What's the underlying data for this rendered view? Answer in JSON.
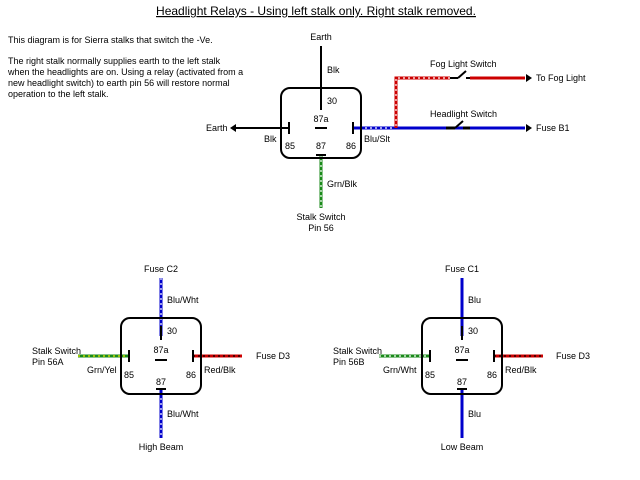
{
  "title": "Headlight Relays - Using left stalk only.  Right stalk removed.",
  "description": {
    "line1": "This diagram is for Sierra stalks that switch the -Ve.",
    "para2": [
      "The right stalk normally supplies earth to the left stalk",
      "when the headlights are on. Using a relay (activated from a",
      "new headlight switch) to earth pin 56 will restore normal",
      "operation to the left stalk."
    ]
  },
  "colors": {
    "black": "#000000",
    "red": "#cc0000",
    "blue": "#0000cc",
    "green": "#1a8a1a",
    "white_stripe": "#ffffff"
  },
  "relay_top": {
    "pins": {
      "p30": "30",
      "p87a": "87a",
      "p85": "85",
      "p86": "86",
      "p87": "87"
    },
    "earth_top": "Earth",
    "blk_top": "Blk",
    "earth_left": "Earth",
    "blk_left": "Blk",
    "blu_slt": "Blu/Slt",
    "fog_switch": "Fog Light Switch",
    "to_fog": "To Fog Light",
    "headlight_switch": "Headlight Switch",
    "fuse_b1": "Fuse B1",
    "grn_blk": "Grn/Blk",
    "stalk_switch": "Stalk Switch",
    "pin56": "Pin 56"
  },
  "relay_left": {
    "pins": {
      "p30": "30",
      "p87a": "87a",
      "p85": "85",
      "p86": "86",
      "p87": "87"
    },
    "fuse_top": "Fuse C2",
    "wire_top": "Blu/Wht",
    "stalk_switch": "Stalk Switch",
    "pin": "Pin 56A",
    "wire_left": "Grn/Yel",
    "wire_right": "Red/Blk",
    "fuse_right": "Fuse D3",
    "wire_bottom": "Blu/Wht",
    "beam": "High Beam"
  },
  "relay_right": {
    "pins": {
      "p30": "30",
      "p87a": "87a",
      "p85": "85",
      "p86": "86",
      "p87": "87"
    },
    "fuse_top": "Fuse C1",
    "wire_top": "Blu",
    "stalk_switch": "Stalk Switch",
    "pin": "Pin 56B",
    "wire_left": "Grn/Wht",
    "wire_right": "Red/Blk",
    "fuse_right": "Fuse D3",
    "wire_bottom": "Blu",
    "beam": "Low Beam"
  }
}
